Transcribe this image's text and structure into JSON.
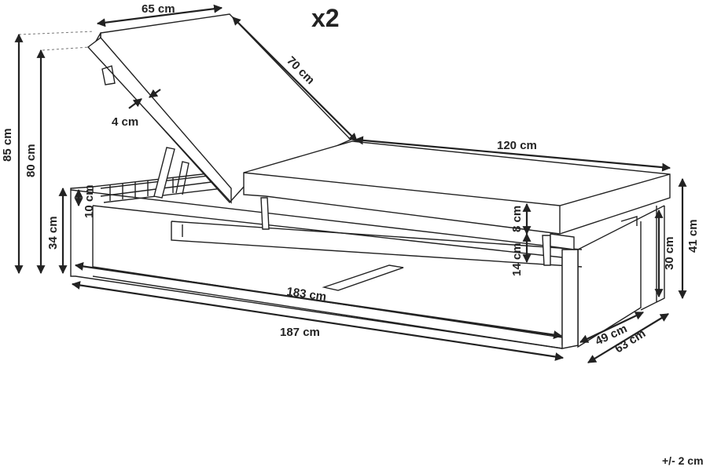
{
  "quantity": "x2",
  "tolerance": "+/- 2 cm",
  "dimensions": {
    "backrest_width": "65 cm",
    "backrest_length": "70 cm",
    "cushion_thickness_back": "4 cm",
    "total_height": "85 cm",
    "backrest_height": "80 cm",
    "frame_height": "34 cm",
    "slat_height": "10 cm",
    "seat_length": "120 cm",
    "cushion_8": "8 cm",
    "cushion_14": "14 cm",
    "seat_height": "30 cm",
    "overall_height_front": "41 cm",
    "inner_length": "183 cm",
    "overall_length": "187 cm",
    "inner_width": "49 cm",
    "overall_width": "63 cm"
  }
}
